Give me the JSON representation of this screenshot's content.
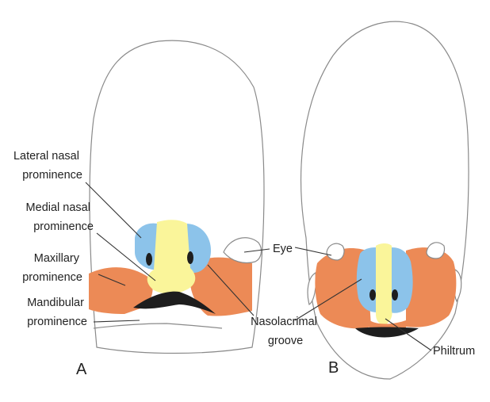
{
  "colors": {
    "lateral_nasal": "#8cc3ea",
    "medial_nasal": "#faf59a",
    "maxillary": "#ec8a56",
    "mandibular": "#f2f2f2",
    "mouth": "#1e1e1e",
    "outline": "#8a8a8a"
  },
  "panels": {
    "a_letter": "A",
    "b_letter": "B"
  },
  "labels": {
    "lateral_nasal": [
      "Lateral nasal",
      "prominence"
    ],
    "medial_nasal": [
      "Medial nasal",
      "prominence"
    ],
    "maxillary": [
      "Maxillary",
      "prominence"
    ],
    "mandibular": [
      "Mandibular",
      "prominence"
    ],
    "eye": [
      "Eye"
    ],
    "nasolacrimal": [
      "Nasolacrimal",
      "groove"
    ],
    "philtrum": [
      "Philtrum"
    ]
  }
}
